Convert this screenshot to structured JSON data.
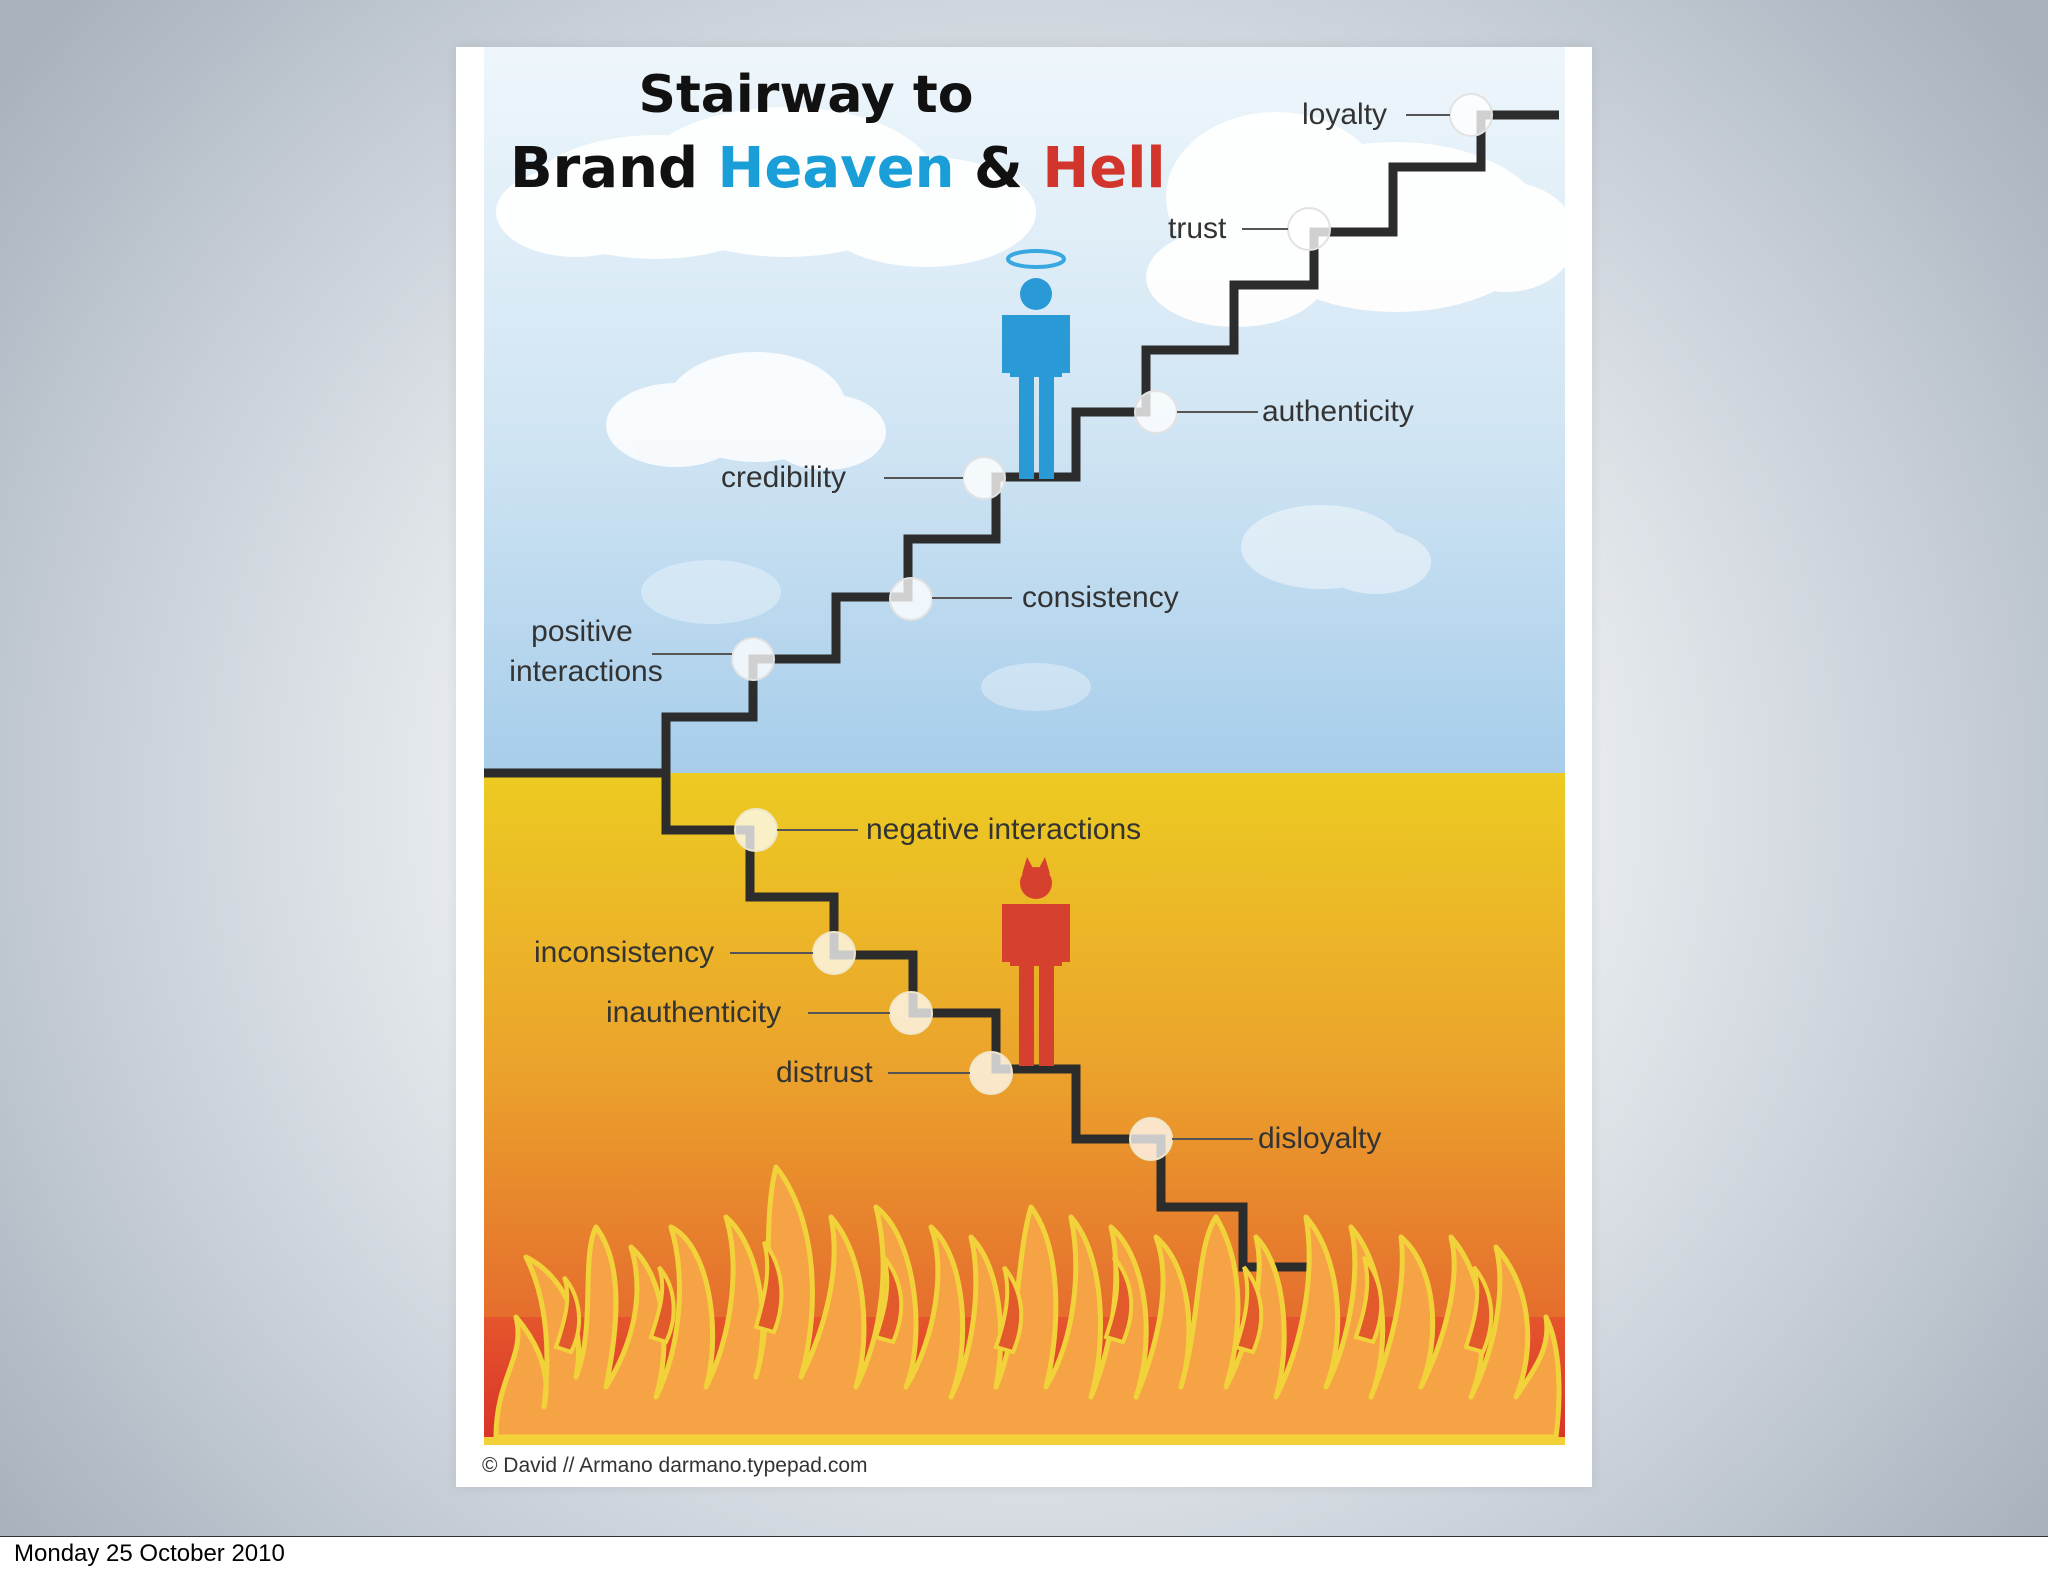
{
  "title": {
    "line1": "Stairway to",
    "line2_part1": "Brand ",
    "line2_heaven": "Heaven",
    "line2_amp": " & ",
    "line2_hell": "Hell"
  },
  "heaven_steps": [
    "positive",
    "interactions",
    "consistency",
    "credibility",
    "authenticity",
    "trust",
    "loyalty"
  ],
  "hell_steps": [
    "negative interactions",
    "inconsistency",
    "inauthenticity",
    "distrust",
    "disloyalty"
  ],
  "credit": "© David // Armano  darmano.typepad.com",
  "footer_date": "Monday 25 October 2010",
  "colors": {
    "heaven": "#1a9ed8",
    "hell": "#d2352c",
    "angel": "#2a9ad6",
    "devil": "#d6402e",
    "stair": "#2c2c2c"
  }
}
